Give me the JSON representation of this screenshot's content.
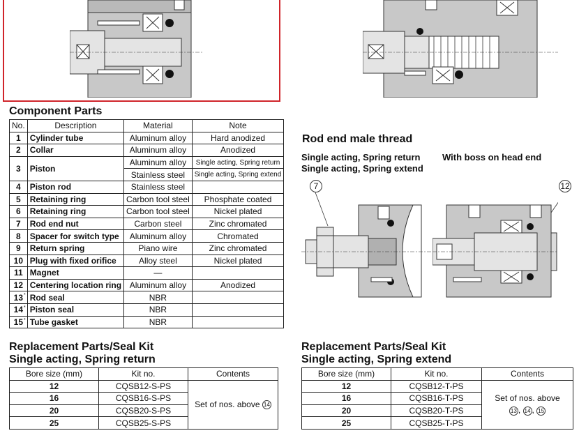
{
  "component_parts": {
    "title": "Component Parts",
    "headers": [
      "No.",
      "Description",
      "Material",
      "Note"
    ],
    "rows": [
      {
        "no": "1",
        "mark": "",
        "description": "Cylinder tube",
        "material": "Aluminum alloy",
        "note": "Hard anodized"
      },
      {
        "no": "2",
        "mark": "",
        "description": "Collar",
        "material": "Aluminum alloy",
        "note": "Anodized"
      },
      {
        "no": "3",
        "mark": "",
        "description": "Piston",
        "material": "Aluminum alloy",
        "note": "Single acting, Spring return",
        "material2": "Stainless steel",
        "note2": "Single acting, Spring extend"
      },
      {
        "no": "4",
        "mark": "",
        "description": "Piston rod",
        "material": "Stainless steel",
        "note": ""
      },
      {
        "no": "5",
        "mark": "",
        "description": "Retaining ring",
        "material": "Carbon tool steel",
        "note": "Phosphate coated"
      },
      {
        "no": "6",
        "mark": "",
        "description": "Retaining ring",
        "material": "Carbon tool steel",
        "note": "Nickel plated"
      },
      {
        "no": "7",
        "mark": "",
        "description": "Rod end nut",
        "material": "Carbon steel",
        "note": "Zinc chromated"
      },
      {
        "no": "8",
        "mark": "",
        "description": "Spacer for switch type",
        "material": "Aluminum alloy",
        "note": "Chromated"
      },
      {
        "no": "9",
        "mark": "",
        "description": "Return spring",
        "material": "Piano wire",
        "note": "Zinc chromated"
      },
      {
        "no": "10",
        "mark": "",
        "description": "Plug with fixed orifice",
        "material": "Alloy steel",
        "note": "Nickel plated"
      },
      {
        "no": "11",
        "mark": "",
        "description": "Magnet",
        "material": "—",
        "note": ""
      },
      {
        "no": "12",
        "mark": "",
        "description": "Centering location ring",
        "material": "Aluminum alloy",
        "note": "Anodized"
      },
      {
        "no": "13",
        "mark": "*",
        "description": "Rod seal",
        "material": "NBR",
        "note": ""
      },
      {
        "no": "14",
        "mark": "*",
        "description": "Piston seal",
        "material": "NBR",
        "note": ""
      },
      {
        "no": "15",
        "mark": "*",
        "description": "Tube gasket",
        "material": "NBR",
        "note": ""
      }
    ]
  },
  "rod_end": {
    "title": "Rod end male thread",
    "left_caption_1": "Single acting, Spring return",
    "left_caption_2": "Single acting, Spring extend",
    "right_caption": "With boss on head end",
    "callout_left": "7",
    "callout_right": "12"
  },
  "kit_return": {
    "title_1": "Replacement Parts/Seal Kit",
    "title_2": "Single acting, Spring return",
    "headers": [
      "Bore size (mm)",
      "Kit no.",
      "Contents"
    ],
    "rows": [
      {
        "bore": "12",
        "kit": "CQSB12-S-PS"
      },
      {
        "bore": "16",
        "kit": "CQSB16-S-PS"
      },
      {
        "bore": "20",
        "kit": "CQSB20-S-PS"
      },
      {
        "bore": "25",
        "kit": "CQSB25-S-PS"
      }
    ],
    "contents_text": "Set of nos. above",
    "contents_nums": [
      "14"
    ]
  },
  "kit_extend": {
    "title_1": "Replacement Parts/Seal Kit",
    "title_2": "Single acting, Spring extend",
    "headers": [
      "Bore size (mm)",
      "Kit no.",
      "Contents"
    ],
    "rows": [
      {
        "bore": "12",
        "kit": "CQSB12-T-PS"
      },
      {
        "bore": "16",
        "kit": "CQSB16-T-PS"
      },
      {
        "bore": "20",
        "kit": "CQSB20-T-PS"
      },
      {
        "bore": "25",
        "kit": "CQSB25-T-PS"
      }
    ],
    "contents_text": "Set of nos. above",
    "contents_nums": [
      "13",
      "14",
      "15"
    ]
  },
  "colors": {
    "frame_red": "#d0242a",
    "body_gray": "#c8c8c8",
    "dark_gray": "#6e6e6e",
    "rod_gray": "#e4e4e4"
  }
}
